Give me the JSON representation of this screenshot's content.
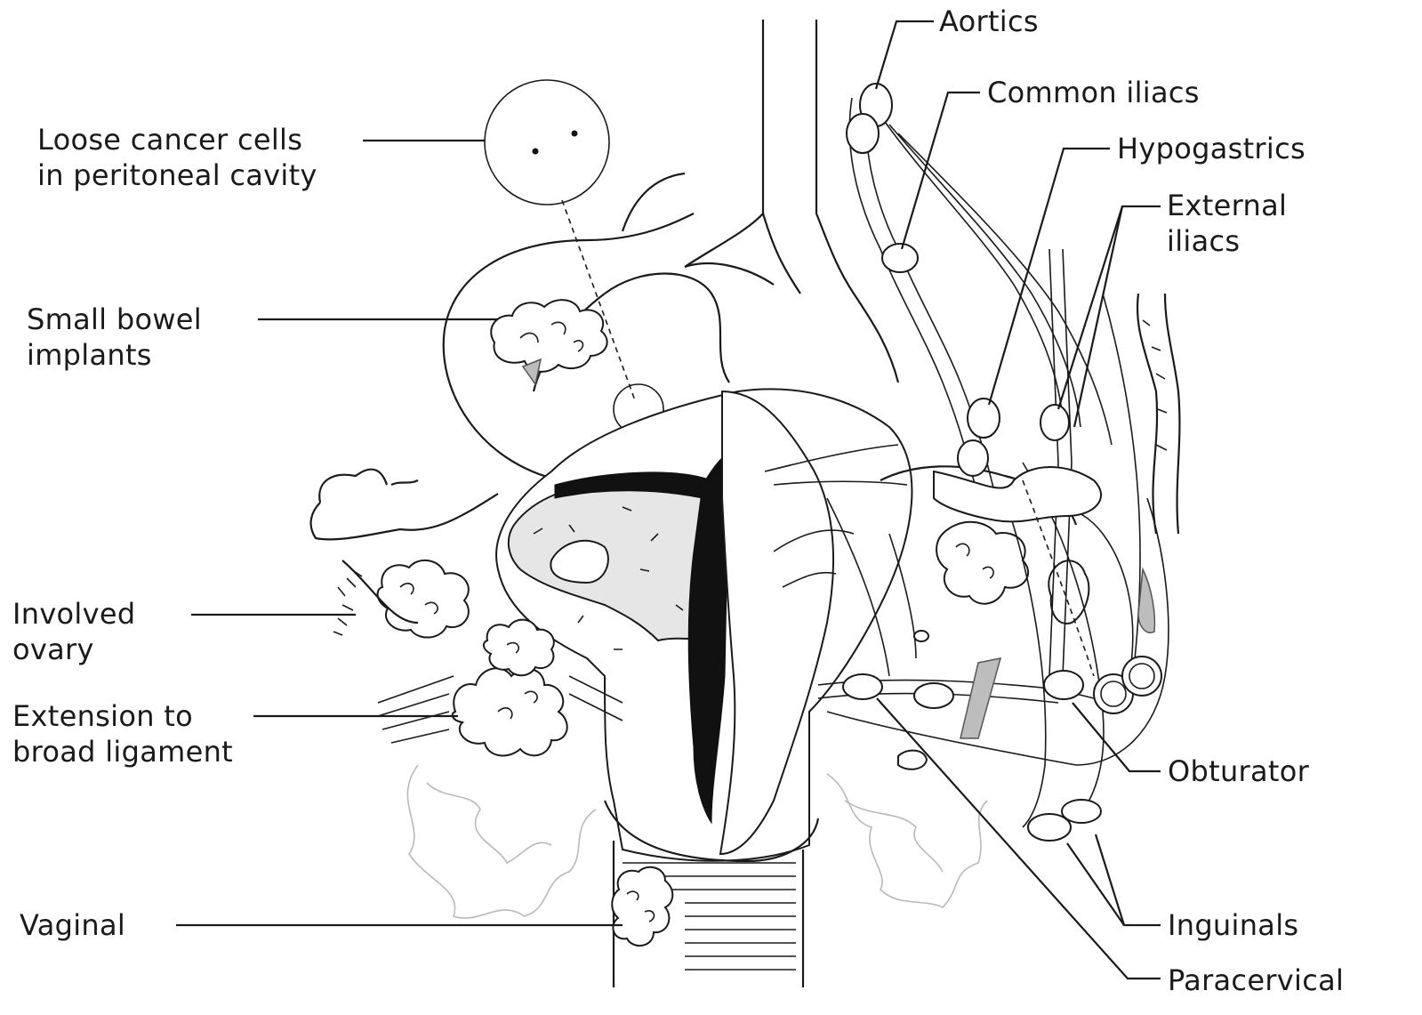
{
  "labels": {
    "loose_cells_line1": "Loose cancer cells",
    "loose_cells_line2": "in peritoneal cavity",
    "small_bowel_line1": "Small bowel",
    "small_bowel_line2": "implants",
    "involved_ovary_line1": "Involved",
    "involved_ovary_line2": "ovary",
    "broad_ligament_line1": "Extension to",
    "broad_ligament_line2": "broad ligament",
    "vaginal": "Vaginal",
    "aortics": "Aortics",
    "common_iliacs": "Common iliacs",
    "hypogastrics": "Hypogastrics",
    "external_iliacs_line1": "External",
    "external_iliacs_line2": "iliacs",
    "obturator": "Obturator",
    "inguinals": "Inguinals",
    "paracervical": "Paracervical"
  },
  "colors": {
    "line": "#1a1a1a",
    "tumor_fill": "#e6e6e6",
    "myometrium_dark": "#111111",
    "vessel_grey": "#bdbdbd",
    "pale_tissue": "#b9b9b9"
  }
}
